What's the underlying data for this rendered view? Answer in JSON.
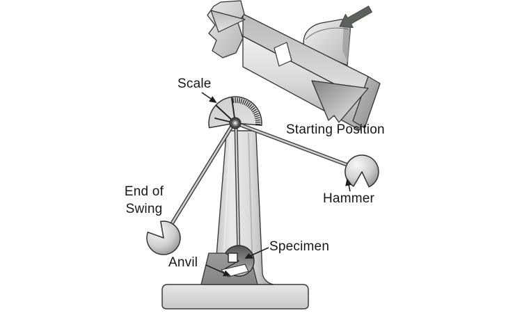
{
  "diagram": {
    "labels": {
      "scale": "Scale",
      "starting_position": "Starting Position",
      "hammer": "Hammer",
      "end_of_swing_1": "End of",
      "end_of_swing_2": "Swing",
      "specimen": "Specimen",
      "anvil": "Anvil"
    },
    "scale": {
      "tick_count": 20
    },
    "colors": {
      "background": "#ffffff",
      "outline": "#333333",
      "metal_light": "#ececec",
      "metal_mid": "#c4c4c4",
      "metal_dark": "#8a8a8a",
      "anvil_block": "#8f8f8f",
      "force_arrow": "#5d615e",
      "text": "#161616"
    }
  }
}
